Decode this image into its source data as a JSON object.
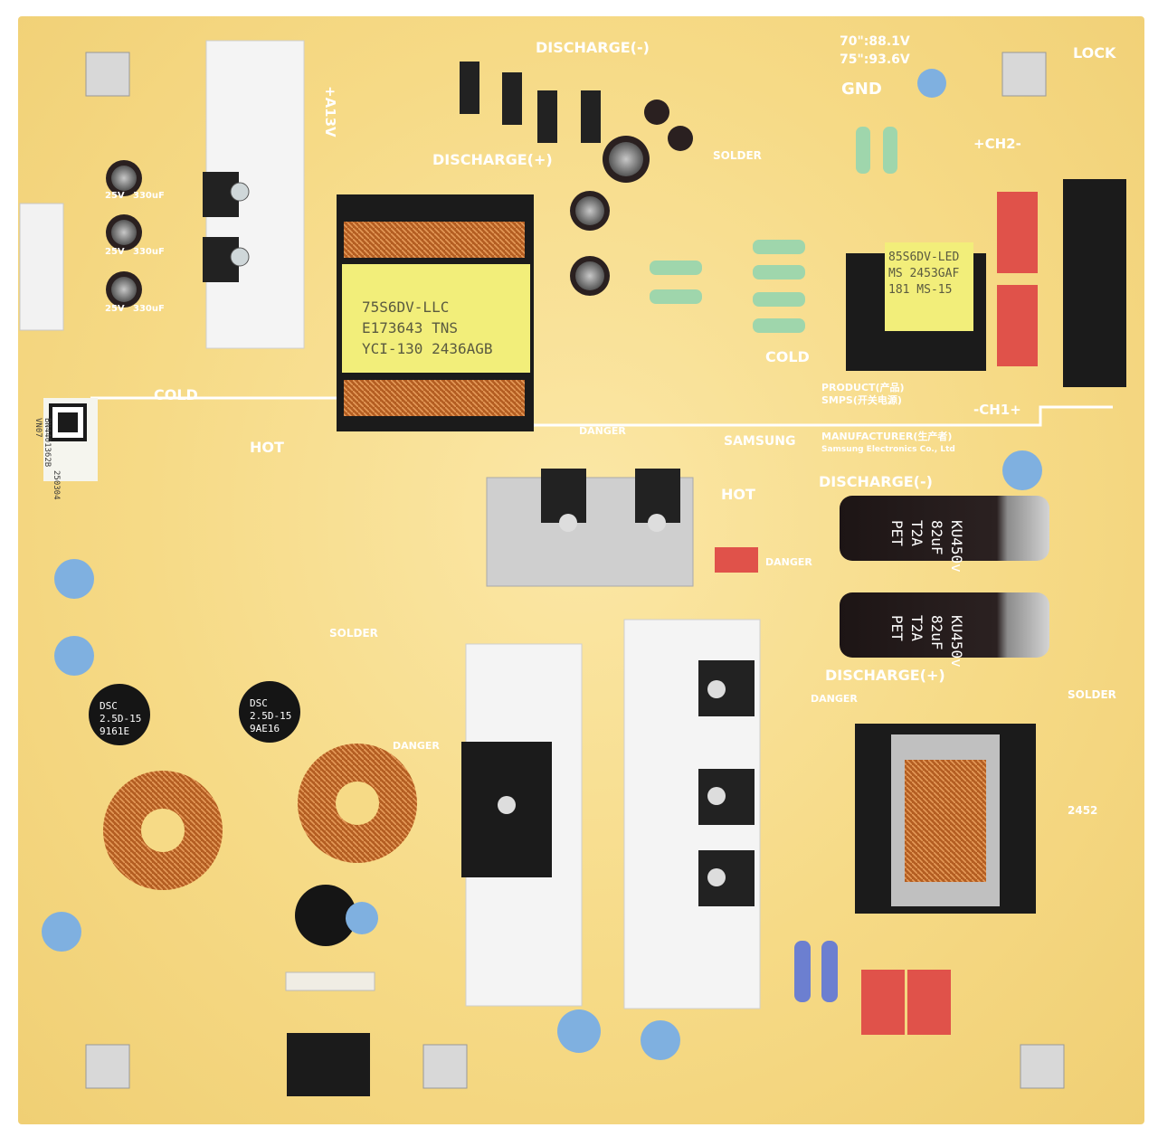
{
  "labels": {
    "discharge_minus": "DISCHARGE(-)",
    "discharge_plus": "DISCHARGE(+)",
    "voltage_70": "70\":88.1V",
    "voltage_75": "75\":93.6V",
    "gnd": "GND",
    "lock": "LOCK",
    "a13v": "+A13V",
    "ch2": "+CH2-",
    "ch1": "-CH1+",
    "cold": "COLD",
    "hot": "HOT",
    "danger": "DANGER",
    "solder": "SOLDER",
    "samsung": "SAMSUNG",
    "product": "PRODUCT(产品)",
    "smps": "SMPS(开关电源)",
    "manufacturer": "MANUFACTURER(生产者)",
    "manufacturer_name": "Samsung Electronics Co., Ltd",
    "part_number": "BN4401362B",
    "board_rev": "VN07",
    "date_code": "250304",
    "code_2452": "2452"
  },
  "components": {
    "main_transformer": [
      "75S6DV-LLC",
      "E173643 TNS",
      "YCI-130 2436AGB"
    ],
    "led_transformer": [
      "85S6DV-LED",
      "MS 2453GAF",
      "181 MS-15"
    ],
    "bulk_cap_1": [
      "KU450v",
      "82uF",
      "T2A",
      "PET"
    ],
    "bulk_cap_2": [
      "KU450v",
      "82uF",
      "T2A",
      "PET"
    ],
    "ntc_1": [
      "DSC",
      "2.5D-15",
      "9161E"
    ],
    "ntc_2": [
      "DSC",
      "2.5D-15",
      "9AE16"
    ],
    "small_caps": [
      "25V",
      "330uF",
      "25V",
      "330uF",
      "25V",
      "330uF"
    ]
  },
  "colors": {
    "pcb": "#f6da86",
    "silkscreen": "#ffffff",
    "transformer_tape": "#f2ee7a",
    "copper": "#c06a2c",
    "capacitor_dark": "#2a2020",
    "x_cap_red": "#e0524a",
    "y_cap_blue": "#7fb0e0"
  }
}
